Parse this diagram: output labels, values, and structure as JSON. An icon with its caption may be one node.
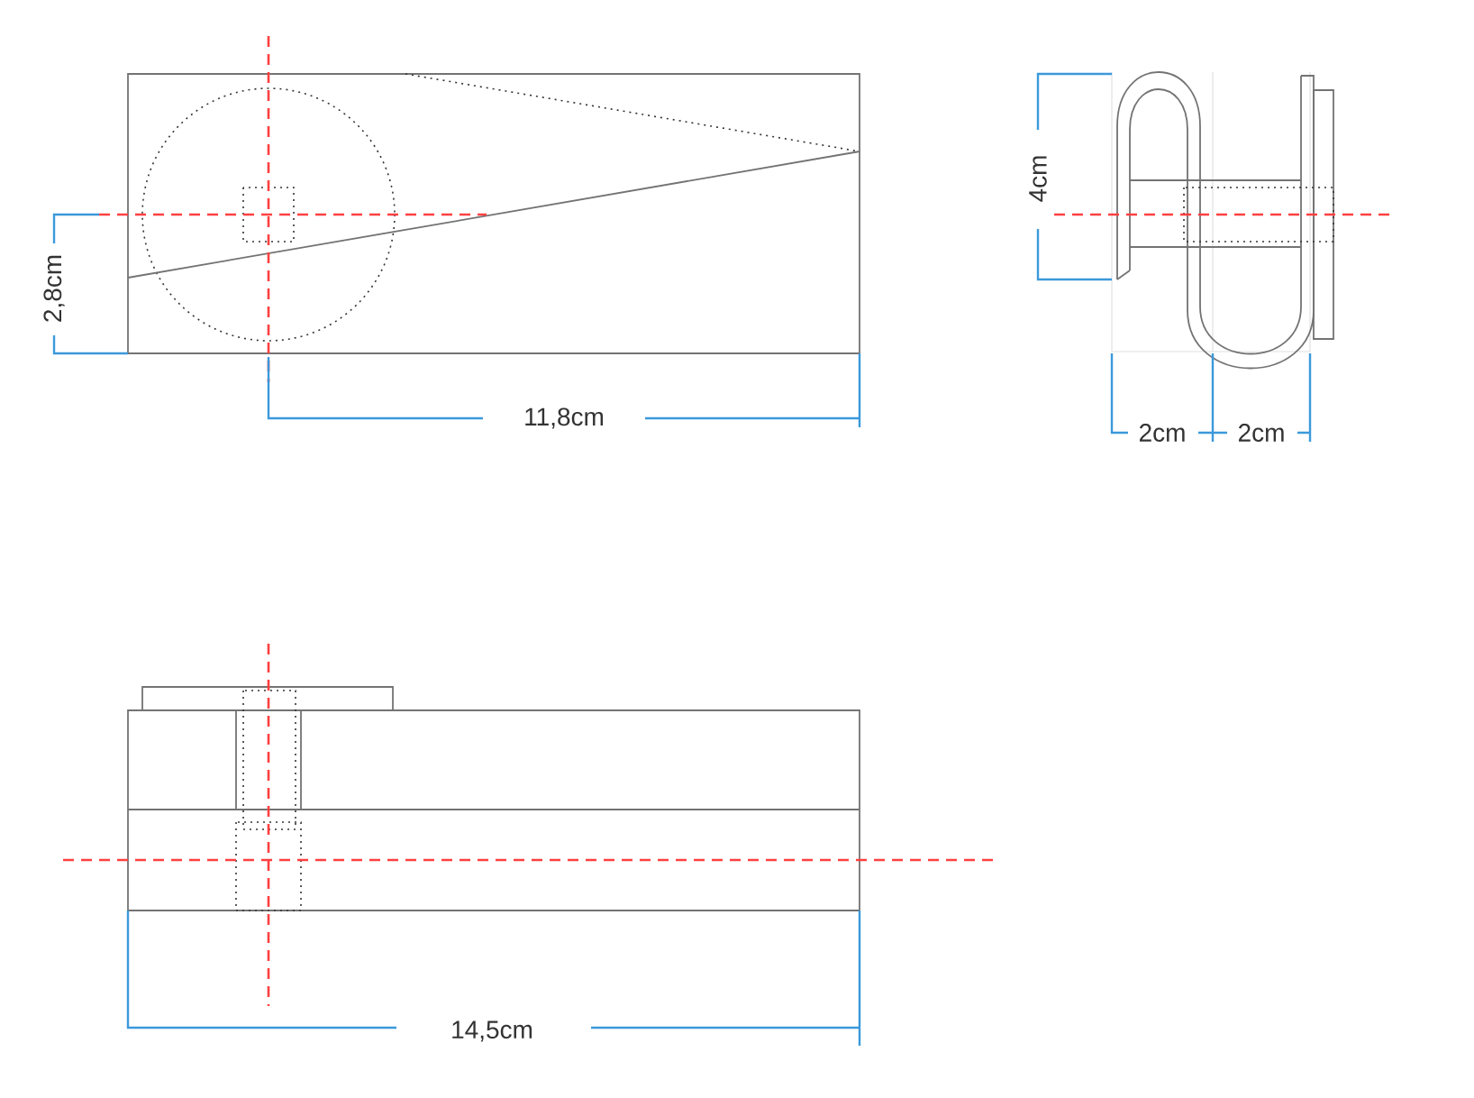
{
  "diagram": {
    "labels": [
      "2,8cm",
      "11,8cm",
      "4cm",
      "2cm",
      "2cm",
      "14,5cm"
    ]
  }
}
